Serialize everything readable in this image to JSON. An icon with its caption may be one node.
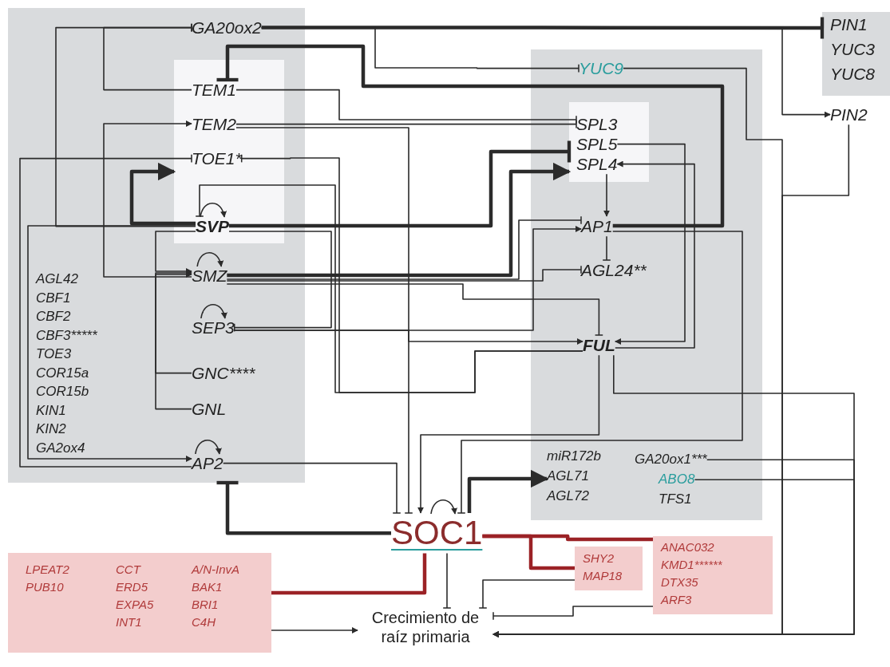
{
  "diagram": {
    "nodes": [
      {
        "text": [],
        "shape": "box"
      },
      {
        "text": [],
        "shape": "box",
        "in": 0
      },
      {
        "text": [
          "GA20ox2"
        ],
        "in": 0
      },
      {
        "text": [
          "TEM1"
        ],
        "in": 1
      },
      {
        "text": [
          "TEM2"
        ],
        "in": 1
      },
      {
        "text": [
          "TOE1*"
        ],
        "in": 1
      },
      {
        "text": [
          "SVP"
        ],
        "in": 1
      },
      {
        "text": [
          "SMZ"
        ],
        "in": 0
      },
      {
        "text": [
          "SEP3"
        ],
        "in": 0
      },
      {
        "text": [
          "GNC****"
        ],
        "in": 0
      },
      {
        "text": [
          "GNL"
        ],
        "in": 0
      },
      {
        "text": [
          "AP2"
        ],
        "in": 0
      },
      {
        "text": [
          "AGL42",
          "CBF1",
          "CBF2",
          "CBF3*****",
          "TOE3",
          "COR15a",
          "COR15b",
          "KIN1",
          "KIN2",
          "GA2ox4"
        ],
        "in": 0
      },
      {
        "text": [],
        "shape": "box"
      },
      {
        "text": [
          "YUC9"
        ],
        "in": 13
      },
      {
        "text": [],
        "shape": "box",
        "in": 13
      },
      {
        "text": [
          "SPL3"
        ],
        "in": 15
      },
      {
        "text": [
          "SPL5"
        ],
        "in": 15
      },
      {
        "text": [
          "SPL4"
        ],
        "in": 15
      },
      {
        "text": [
          "AP1"
        ],
        "in": 13
      },
      {
        "text": [
          "AGL24**"
        ],
        "in": 13
      },
      {
        "text": [
          "FUL"
        ],
        "in": 13
      },
      {
        "text": [
          "miR172b",
          "AGL71",
          "AGL72"
        ],
        "in": 13
      },
      {
        "text": [
          "GA20ox1***"
        ],
        "in": 13
      },
      {
        "text": [
          "ABO8"
        ],
        "in": 13
      },
      {
        "text": [
          "TFS1"
        ],
        "in": 13
      },
      {
        "text": [
          "PIN1",
          "YUC3",
          "YUC8"
        ]
      },
      {
        "text": [
          "PIN2"
        ]
      },
      {
        "text": [
          "SOC1"
        ]
      },
      {
        "text": [
          "LPEAT2",
          "PUB10",
          "CCT",
          "ERD5",
          "EXPA5",
          "INT1",
          "A/N-InvA",
          "BAK1",
          "BRI1",
          "C4H"
        ]
      },
      {
        "text": [
          "SHY2",
          "MAP18"
        ]
      },
      {
        "text": [
          "ANAC032",
          "KMD1******",
          "DTX35",
          "ARF3"
        ]
      },
      {
        "text": [
          "Crecimiento de raíz primaria"
        ]
      }
    ],
    "edges": [
      {
        "from": 2,
        "to": 26,
        "arrow": "other",
        "style": "thick"
      },
      {
        "from": 2,
        "to": 27,
        "arrow": "to"
      },
      {
        "from": 2,
        "to": 14,
        "arrow": "other"
      },
      {
        "from": 3,
        "to": 2,
        "arrow": "other"
      },
      {
        "from": 6,
        "to": 2,
        "arrow": "other"
      },
      {
        "from": 7,
        "to": 4,
        "arrow": "to"
      },
      {
        "from": 11,
        "to": 5,
        "arrow": "other"
      },
      {
        "from": 6,
        "to": 11,
        "arrow": "to"
      },
      {
        "from": 6,
        "to": 7,
        "arrow": "to"
      },
      {
        "from": 6,
        "to": 1,
        "arrow": "to",
        "style": "thick"
      },
      {
        "from": 6,
        "to": 15,
        "arrow": "other",
        "style": "thick"
      },
      {
        "from": 7,
        "to": 15,
        "arrow": "to",
        "style": "thick"
      },
      {
        "from": 21,
        "to": 5,
        "arrow": "other"
      },
      {
        "from": 21,
        "to": 6,
        "arrow": "other"
      },
      {
        "from": 6,
        "to": 8,
        "arrow": "other"
      },
      {
        "from": 8,
        "to": 21,
        "arrow": "to"
      },
      {
        "from": 9,
        "to": 7,
        "arrow": "to"
      },
      {
        "from": 10,
        "to": 7,
        "arrow": "to"
      },
      {
        "from": 4,
        "to": 16,
        "arrow": "other"
      },
      {
        "from": 3,
        "to": 16,
        "arrow": "other"
      },
      {
        "from": 4,
        "to": 28,
        "arrow": "other"
      },
      {
        "from": 11,
        "to": 28,
        "arrow": "other"
      },
      {
        "from": 19,
        "to": 28,
        "arrow": "other"
      },
      {
        "from": 21,
        "to": 28,
        "arrow": "to"
      },
      {
        "from": 28,
        "to": 22,
        "arrow": "to",
        "style": "thick"
      },
      {
        "from": 28,
        "to": 0,
        "arrow": "other",
        "style": "thick"
      },
      {
        "from": 28,
        "to": 31,
        "arrow": "none",
        "style": "thick",
        "color": "#9b2226"
      },
      {
        "from": 28,
        "to": 30,
        "arrow": "none",
        "style": "thick",
        "color": "#9b2226"
      },
      {
        "from": 28,
        "to": 29,
        "arrow": "none",
        "style": "thick",
        "color": "#9b2226"
      },
      {
        "from": 29,
        "to": 32,
        "arrow": "to"
      },
      {
        "from": 28,
        "to": 32,
        "arrow": "other"
      },
      {
        "from": 30,
        "to": 32,
        "arrow": "other"
      },
      {
        "from": 31,
        "to": 32,
        "arrow": "other"
      },
      {
        "from": 21,
        "to": 32,
        "arrow": "to"
      },
      {
        "from": 23,
        "to": 32,
        "arrow": "to"
      },
      {
        "from": 24,
        "to": 32,
        "arrow": "to"
      },
      {
        "from": 27,
        "to": 32,
        "arrow": "to"
      },
      {
        "from": 14,
        "to": 32,
        "arrow": "to"
      },
      {
        "from": 19,
        "to": 3,
        "arrow": "other",
        "style": "thick"
      },
      {
        "from": 18,
        "to": 19,
        "arrow": "to"
      },
      {
        "from": 19,
        "to": 20,
        "arrow": "other"
      },
      {
        "from": 17,
        "to": 21,
        "arrow": "to"
      },
      {
        "from": 21,
        "to": 18,
        "arrow": "to"
      },
      {
        "from": 8,
        "to": 19,
        "arrow": "to"
      },
      {
        "from": 7,
        "to": 19,
        "arrow": "other"
      },
      {
        "from": 7,
        "to": 20,
        "arrow": "other"
      },
      {
        "from": 7,
        "to": 21,
        "arrow": "other"
      },
      {
        "from": 6,
        "to": 6,
        "arrow": "to"
      },
      {
        "from": 7,
        "to": 7,
        "arrow": "to"
      },
      {
        "from": 8,
        "to": 8,
        "arrow": "to"
      },
      {
        "from": 11,
        "to": 11,
        "arrow": "to"
      },
      {
        "from": 28,
        "to": 28,
        "arrow": "to"
      }
    ]
  }
}
